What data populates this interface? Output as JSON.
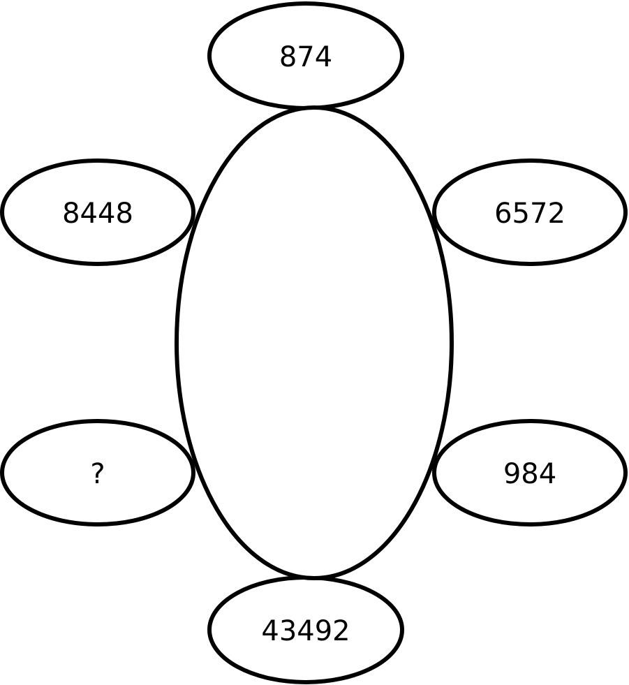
{
  "diagram": {
    "nodes": [
      {
        "id": "top",
        "label": "874"
      },
      {
        "id": "upper-left",
        "label": "8448"
      },
      {
        "id": "upper-right",
        "label": "6572"
      },
      {
        "id": "lower-left",
        "label": "?"
      },
      {
        "id": "lower-right",
        "label": "984"
      },
      {
        "id": "bottom",
        "label": "43492"
      }
    ]
  },
  "colors": {
    "stroke": "#000000",
    "fill": "#ffffff",
    "text": "#000000"
  }
}
